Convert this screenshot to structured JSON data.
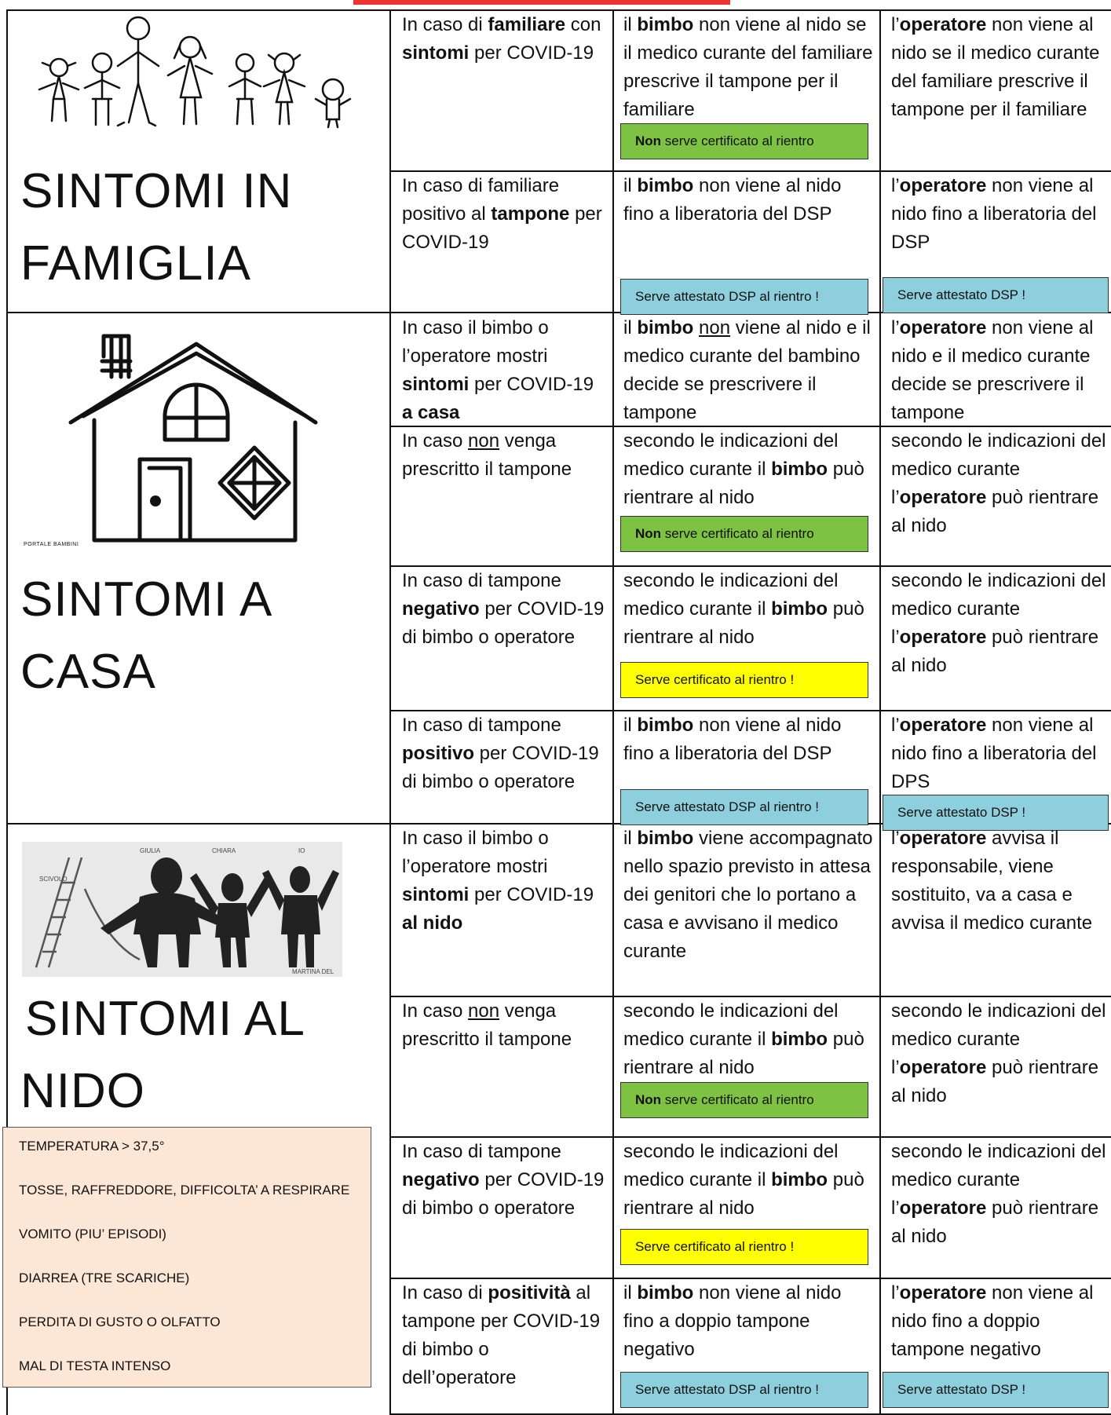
{
  "sections": [
    {
      "title_line1": "SINTOMI IN",
      "title_line2": "FAMIGLIA"
    },
    {
      "title_line1": "SINTOMI A",
      "title_line2": "CASA",
      "image_caption": "PORTALE BAMBINI"
    },
    {
      "title_line1": "SINTOMI AL",
      "title_line2": "NIDO"
    }
  ],
  "rows": [
    {
      "case": [
        "In caso di ",
        "familiare",
        " con ",
        "sintomi",
        "  per COVID-19"
      ],
      "child": [
        "il ",
        "bimbo",
        " non viene al nido se il medico curante del familiare prescrive il tampone per il familiare"
      ],
      "staff": [
        "l’",
        "operatore",
        " non viene al nido  se il medico curante del familiare prescrive il tampone per il familiare"
      ],
      "badge_child": [
        "Non",
        " serve certificato al rientro"
      ]
    },
    {
      "case": [
        "In caso di familiare positivo al ",
        "tampone",
        " per COVID-19"
      ],
      "child": [
        "il ",
        "bimbo",
        "  non viene al nido fino a liberatoria del DSP"
      ],
      "staff": [
        "l’",
        "operatore",
        " non viene al nido fino a liberatoria del DSP"
      ],
      "badge_child": "Serve attestato DSP  al rientro !",
      "badge_staff": "Serve attestato DSP !"
    },
    {
      "case": [
        "In caso il bimbo o l’operatore mostri ",
        "sintomi",
        " per COVID-19 ",
        "a casa"
      ],
      "child": [
        "il ",
        "bimbo",
        " ",
        "non",
        " viene al nido e il medico curante del bambino decide se prescrivere il tampone"
      ],
      "staff": [
        "l’",
        "operatore",
        " non viene al nido e il medico curante decide se prescrivere il tampone"
      ]
    },
    {
      "case": [
        "In caso ",
        "non",
        " venga prescritto il tampone"
      ],
      "child": [
        "secondo le indicazioni del medico curante il ",
        "bimbo",
        " può rientrare al nido"
      ],
      "staff": [
        "secondo le indicazioni del medico curante l’",
        "operatore",
        " può rientrare al nido"
      ],
      "badge_child": [
        "Non",
        " serve certificato al rientro"
      ]
    },
    {
      "case": [
        "In caso di tampone ",
        "negativo",
        " per COVID-19 di bimbo o operatore"
      ],
      "child": [
        "secondo le indicazioni del medico curante il ",
        "bimbo",
        " può rientrare al nido"
      ],
      "staff": [
        "secondo le indicazioni del medico curante l’",
        "operatore",
        " può rientrare al nido"
      ],
      "badge_child": "Serve certificato  al rientro !"
    },
    {
      "case": [
        "In caso di tampone ",
        "positivo",
        " per COVID-19 di bimbo o operatore"
      ],
      "child": [
        "il ",
        "bimbo",
        " non viene al nido fino a liberatoria del DSP"
      ],
      "staff": [
        "l’",
        "operatore",
        " non viene al nido fino a liberatoria del DPS"
      ],
      "badge_child": "Serve attestato DSP  al rientro !",
      "badge_staff": "Serve attestato DSP !"
    },
    {
      "case": [
        "In caso il bimbo o l’operatore mostri ",
        "sintomi",
        " per COVID-19 ",
        "al nido"
      ],
      "child": [
        "il ",
        "bimbo",
        " viene accompagnato nello spazio previsto in attesa dei genitori che lo portano a casa e avvisano il medico curante"
      ],
      "staff": [
        "l’",
        "operatore",
        " avvisa il responsabile, viene sostituito,  va a casa e avvisa il medico curante"
      ]
    },
    {
      "case": [
        "In caso ",
        "non",
        " venga prescritto il tampone"
      ],
      "child": [
        "secondo le indicazioni del medico curante il ",
        "bimbo",
        " può rientrare al nido"
      ],
      "staff": [
        "secondo le indicazioni del medico curante l’",
        "operatore",
        " può rientrare al nido"
      ],
      "badge_child": [
        "Non",
        " serve certificato al rientro"
      ]
    },
    {
      "case": [
        "In caso di tampone ",
        "negativo",
        " per COVID-19 di bimbo o operatore"
      ],
      "child": [
        "secondo le indicazioni del medico curante il ",
        "bimbo",
        " può rientrare al nido"
      ],
      "staff": [
        "secondo le indicazioni del medico curante l’",
        "operatore",
        " può rientrare al nido"
      ],
      "badge_child": "Serve certificato  al rientro !"
    },
    {
      "case": [
        "In caso di ",
        "positività",
        " al tampone per COVID-19 di bimbo o dell’operatore"
      ],
      "child": [
        "il ",
        "bimbo",
        " non viene al nido fino a doppio tampone negativo"
      ],
      "staff": [
        "l’",
        "operatore",
        " non viene al nido fino a doppio tampone negativo"
      ],
      "badge_child": "Serve attestato DSP  al rientro !",
      "badge_staff": "Serve attestato DSP !"
    }
  ],
  "symptoms": [
    "TEMPERATURA > 37,5°",
    "TOSSE, RAFFREDDORE, DIFFICOLTA’ A RESPIRARE",
    "VOMITO (PIU’ EPISODI)",
    "DIARREA (TRE SCARICHE)",
    "PERDITA DI GUSTO O OLFATTO",
    "MAL DI TESTA INTENSO"
  ],
  "drawing_labels": [
    "GIULIA",
    "CHIARA",
    "IO",
    "SCIVOLO",
    "MARTINA DEL"
  ],
  "colors": {
    "green": "#7dc243",
    "yellow": "#ffff00",
    "blue": "#8ecfdd",
    "symptoms_bg": "#fce6d6"
  }
}
